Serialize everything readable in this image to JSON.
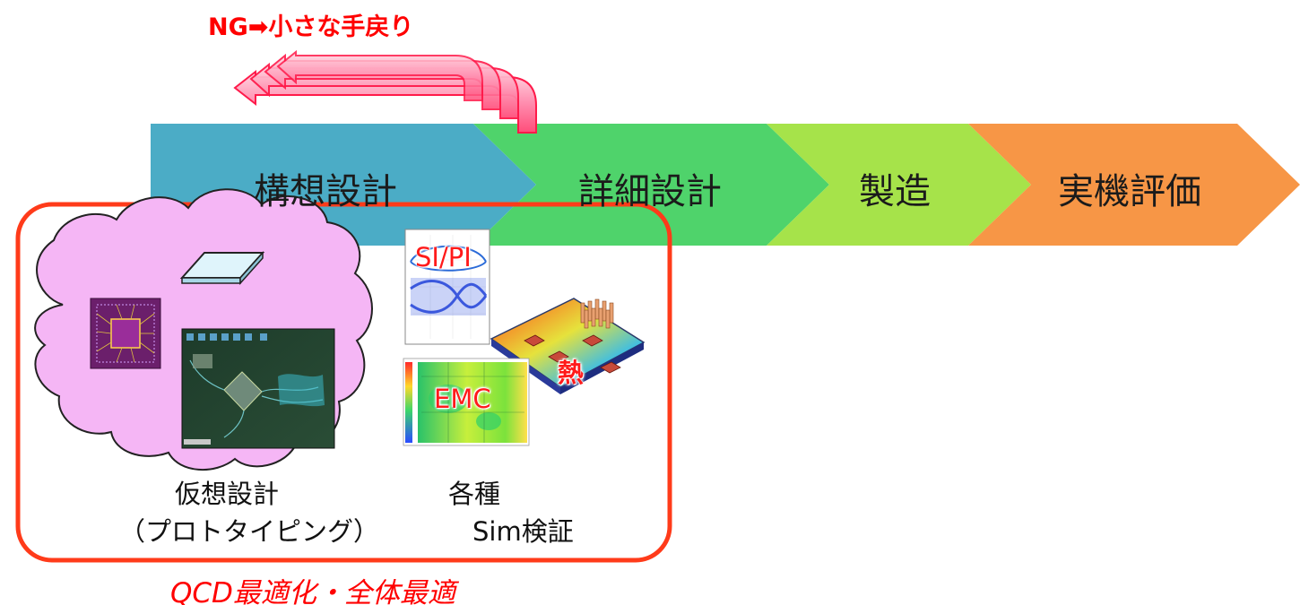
{
  "feedback": {
    "label": "NG➡小さな手戻り"
  },
  "process": {
    "stages": [
      {
        "label": "構想設計",
        "color": "#4bacc6"
      },
      {
        "label": "詳細設計",
        "color": "#4fd36b"
      },
      {
        "label": "製造",
        "color": "#a6e34a"
      },
      {
        "label": "実機評価",
        "color": "#f79646"
      }
    ]
  },
  "virtual_design": {
    "caption_line1": "仮想設計",
    "caption_line2": "（プロトタイピング）"
  },
  "simulation": {
    "caption_line1": "各種",
    "caption_line2": "Sim検証",
    "tags": {
      "si_pi": "SI/PI",
      "thermal": "熱",
      "emc": "EMC"
    }
  },
  "summary": {
    "label": "QCD最適化・全体最適"
  },
  "colors": {
    "accent": "#ff0000",
    "frame": "#ff3b1a",
    "cloud": "#f5b6f5",
    "feedback_arrow": "#ff8fb0"
  }
}
